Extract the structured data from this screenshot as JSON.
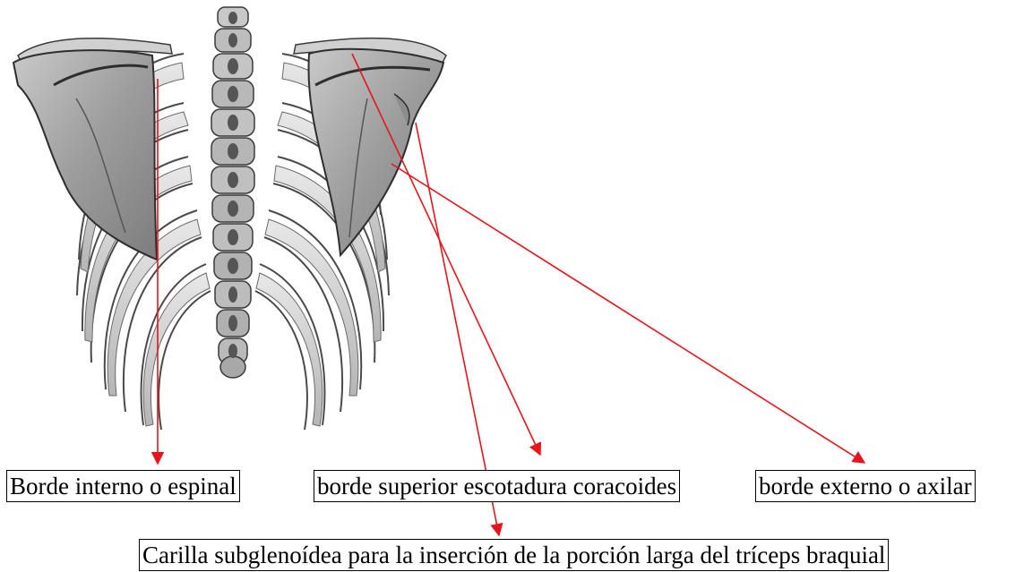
{
  "labels": {
    "medial_border": "Borde interno o espinal",
    "superior_border": "borde superior escotadura coracoides",
    "lateral_border": "borde externo o axilar",
    "infraglenoid": "Carilla subglenoídea para la inserción de la porción larga del tríceps braquial"
  },
  "colors": {
    "arrow": "#e8141b",
    "bone": "#d6d6d6",
    "bone_shade": "#9a9a9a",
    "ink": "#3a3a3a"
  }
}
